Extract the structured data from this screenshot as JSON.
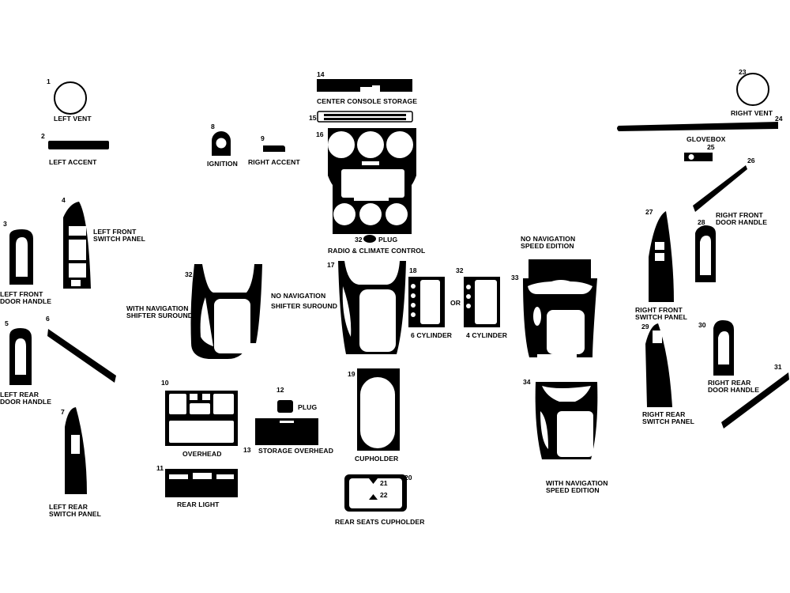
{
  "colors": {
    "part": "#000000",
    "cutout": "#ffffff",
    "background": "#ffffff"
  },
  "labels": {
    "left_vent": "LEFT VENT",
    "left_accent": "LEFT ACCENT",
    "ignition": "IGNITION",
    "right_accent": "RIGHT ACCENT",
    "center_console_storage": "CENTER CONSOLE STORAGE",
    "radio_climate": "RADIO & CLIMATE CONTROL",
    "plug_32": "PLUG",
    "right_vent": "RIGHT VENT",
    "glovebox": "GLOVEBOX",
    "left_front_switch_1": "LEFT FRONT",
    "left_front_switch_2": "SWITCH PANEL",
    "left_front_handle_1": "LEFT FRONT",
    "left_front_handle_2": "DOOR HANDLE",
    "left_rear_handle_1": "LEFT REAR",
    "left_rear_handle_2": "DOOR HANDLE",
    "left_rear_switch_1": "LEFT REAR",
    "left_rear_switch_2": "SWITCH PANEL",
    "with_nav_shifter_1": "WITH NAVIGATION",
    "with_nav_shifter_2": "SHIFTER SUROUND",
    "no_nav_shifter_1": "NO NAVIGATION",
    "no_nav_shifter_2": "SHIFTER SUROUND",
    "six_cyl": "6 CYLINDER",
    "or": "OR",
    "four_cyl": "4 CYLINDER",
    "no_nav_speed_1": "NO NAVIGATION",
    "no_nav_speed_2": "SPEED EDITION",
    "with_nav_speed_1": "WITH NAVIGATION",
    "with_nav_speed_2": "SPEED EDITION",
    "right_front_handle_1": "RIGHT FRONT",
    "right_front_handle_2": "DOOR HANDLE",
    "right_front_switch_1": "RIGHT FRONT",
    "right_front_switch_2": "SWITCH PANEL",
    "right_rear_handle_1": "RIGHT REAR",
    "right_rear_handle_2": "DOOR HANDLE",
    "right_rear_switch_1": "RIGHT REAR",
    "right_rear_switch_2": "SWITCH PANEL",
    "overhead": "OVERHEAD",
    "plug_12": "PLUG",
    "storage_overhead": "STORAGE OVERHEAD",
    "rear_light": "REAR LIGHT",
    "cupholder": "CUPHOLDER",
    "rear_seats_cupholder": "REAR SEATS CUPHOLDER"
  },
  "numbers": {
    "n1": "1",
    "n2": "2",
    "n3": "3",
    "n4": "4",
    "n5": "5",
    "n6": "6",
    "n7": "7",
    "n8": "8",
    "n9": "9",
    "n10": "10",
    "n11": "11",
    "n12": "12",
    "n13": "13",
    "n14": "14",
    "n15": "15",
    "n16": "16",
    "n17": "17",
    "n18": "18",
    "n19": "19",
    "n20": "20",
    "n21": "21",
    "n22": "22",
    "n23": "23",
    "n24": "24",
    "n25": "25",
    "n26": "26",
    "n27": "27",
    "n28": "28",
    "n29": "29",
    "n30": "30",
    "n31": "31",
    "n32a": "32",
    "n32b": "32",
    "n32c": "32",
    "n33": "33",
    "n34": "34"
  }
}
